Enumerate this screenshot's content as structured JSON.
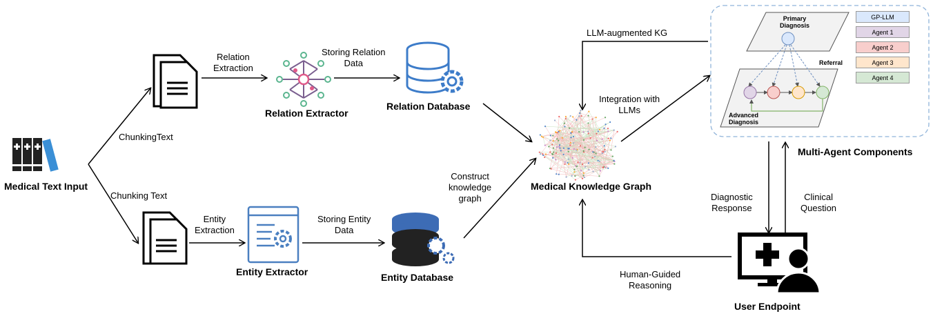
{
  "nodes": {
    "medical_text_input": "Medical Text Input",
    "relation_extractor": "Relation Extractor",
    "relation_database": "Relation Database",
    "entity_extractor": "Entity Extractor",
    "entity_database": "Entity Database",
    "knowledge_graph": "Medical Knowledge Graph",
    "multi_agent": "Multi-Agent Components",
    "user_endpoint": "User Endpoint"
  },
  "edges": {
    "chunking_top": "ChunkingText",
    "chunking_bottom": "Chunking Text",
    "relation_extraction": [
      "Relation",
      "Extraction"
    ],
    "storing_relation": [
      "Storing Relation",
      "Data"
    ],
    "entity_extraction": [
      "Entity",
      "Extraction"
    ],
    "storing_entity": [
      "Storing Entity",
      "Data"
    ],
    "construct_kg": [
      "Construct",
      "knowledge",
      "graph"
    ],
    "llm_augmented": "LLM-augmented KG",
    "integration": [
      "Integration with",
      "LLMs"
    ],
    "diagnostic_response": [
      "Diagnostic",
      "Response"
    ],
    "clinical_question": [
      "Clinical",
      "Question"
    ],
    "human_guided": [
      "Human-Guided",
      "Reasoning"
    ]
  },
  "multi_agent_panel": {
    "primary": [
      "Primary",
      "Diagnosis"
    ],
    "referral": "Referral",
    "advanced": [
      "Advanced",
      "Diagnosis"
    ],
    "legend": [
      {
        "label": "GP-LLM",
        "color": "#dae8fc"
      },
      {
        "label": "Agent 1",
        "color": "#e1d5e7"
      },
      {
        "label": "Agent 2",
        "color": "#f8cecc"
      },
      {
        "label": "Agent 3",
        "color": "#ffe6cc"
      },
      {
        "label": "Agent 4",
        "color": "#d5e8d4"
      }
    ]
  }
}
